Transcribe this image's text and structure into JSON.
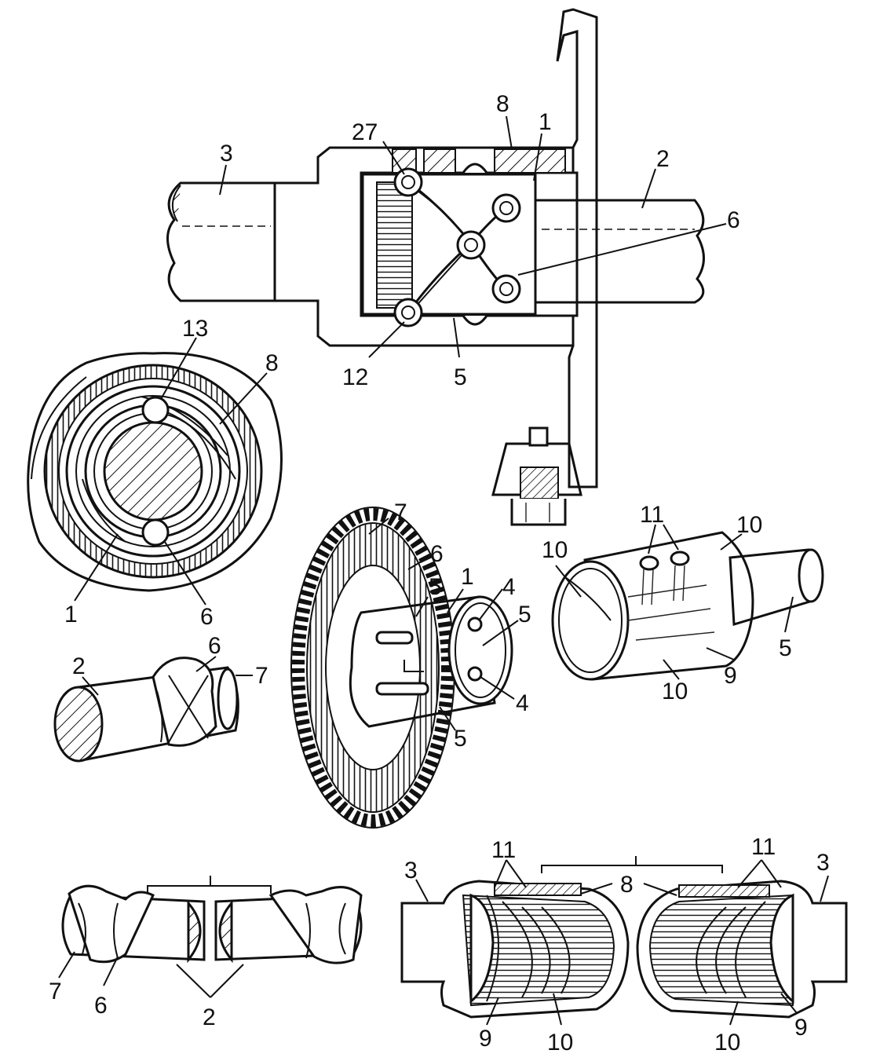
{
  "figure": {
    "shaft_assembly": {
      "labels": {
        "l3": "3",
        "l27": "27",
        "l8": "8",
        "l1": "1",
        "l2": "2",
        "l6": "6",
        "l12": "12",
        "l5": "5"
      }
    },
    "end_view": {
      "labels": {
        "l13": "13",
        "l8": "8",
        "l1": "1",
        "l6": "6"
      }
    },
    "shaft_part": {
      "labels": {
        "l2": "2",
        "l6": "6",
        "l7": "7"
      }
    },
    "gear_cage": {
      "labels": {
        "l7": "7",
        "l6": "6",
        "l5a": "5",
        "l1": "1",
        "l4a": "4",
        "l5b": "5",
        "l4b": "4",
        "l5c": "5"
      }
    },
    "sleeve": {
      "labels": {
        "l11": "11",
        "l10a": "10",
        "l10b": "10",
        "l5": "5",
        "l9": "9",
        "l10c": "10"
      }
    },
    "split_shaft": {
      "labels": {
        "l7": "7",
        "l6": "6",
        "l2": "2"
      }
    },
    "split_housing": {
      "labels": {
        "l3a": "3",
        "l11a": "11",
        "l8": "8",
        "l11b": "11",
        "l3b": "3",
        "l9a": "9",
        "l10a": "10",
        "l10b": "10",
        "l9b": "9"
      }
    }
  }
}
